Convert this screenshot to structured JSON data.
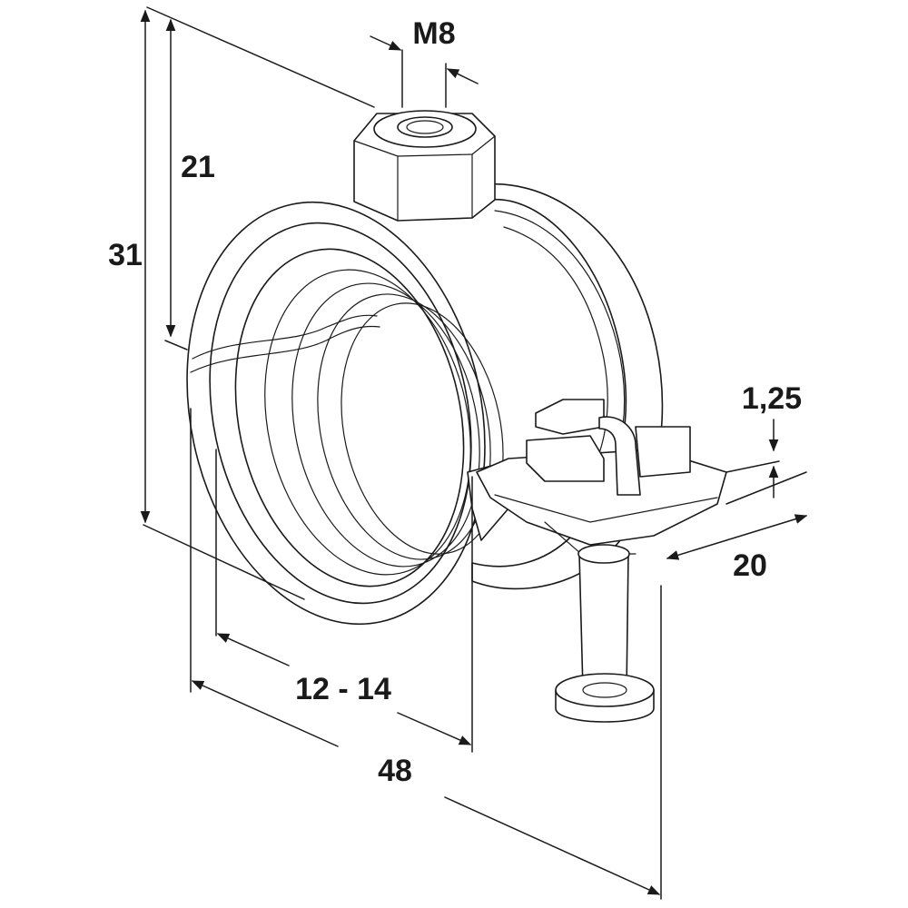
{
  "dimensions": {
    "m8": "M8",
    "d21": "21",
    "d31": "31",
    "d125": "1,25",
    "d20": "20",
    "d1214": "12 - 14",
    "d48": "48"
  }
}
